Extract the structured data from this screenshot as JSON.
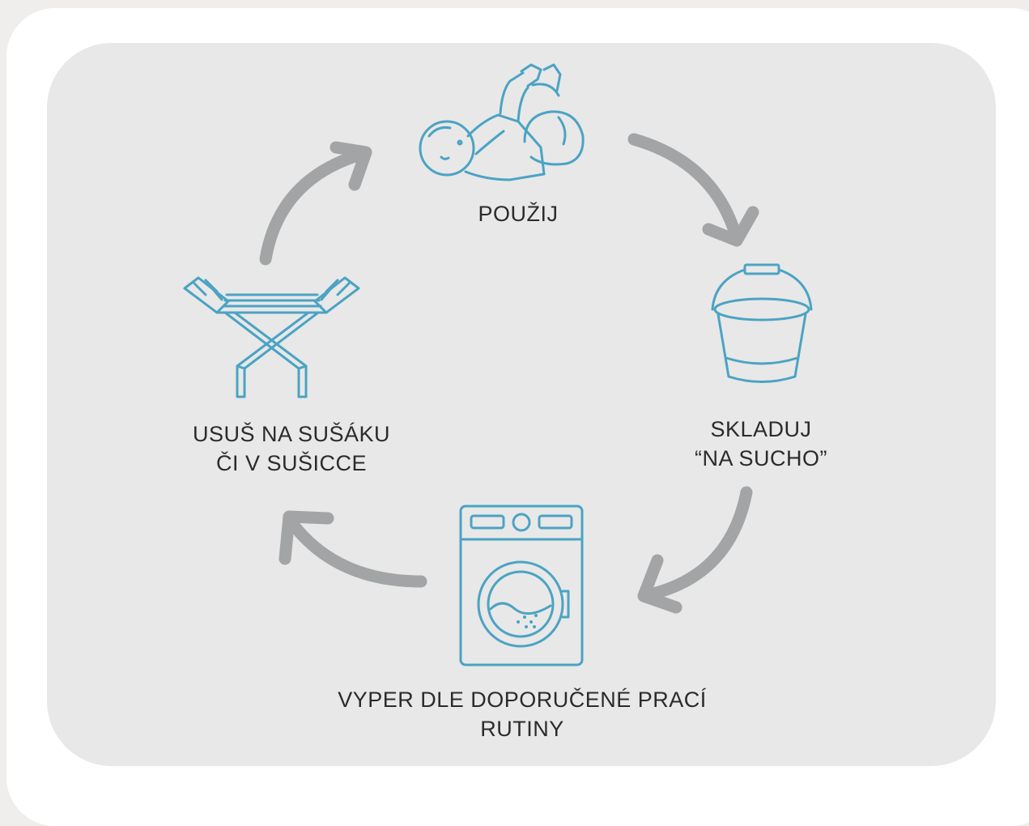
{
  "steps": {
    "use": {
      "label": "POUŽIJ"
    },
    "store": {
      "line1": "SKLADUJ",
      "line2": "“NA SUCHO”"
    },
    "wash": {
      "line1": "VYPER DLE DOPORUČENÉ PRACÍ",
      "line2": "RUTINY"
    },
    "dry": {
      "line1": "USUŠ NA SUŠÁKU",
      "line2": "ČI V SUŠICCE"
    }
  },
  "colors": {
    "icon": "#4ba3c3",
    "arrow": "#a2a4a5",
    "panel": "#e8e8e8",
    "text": "#2b2b2b"
  }
}
